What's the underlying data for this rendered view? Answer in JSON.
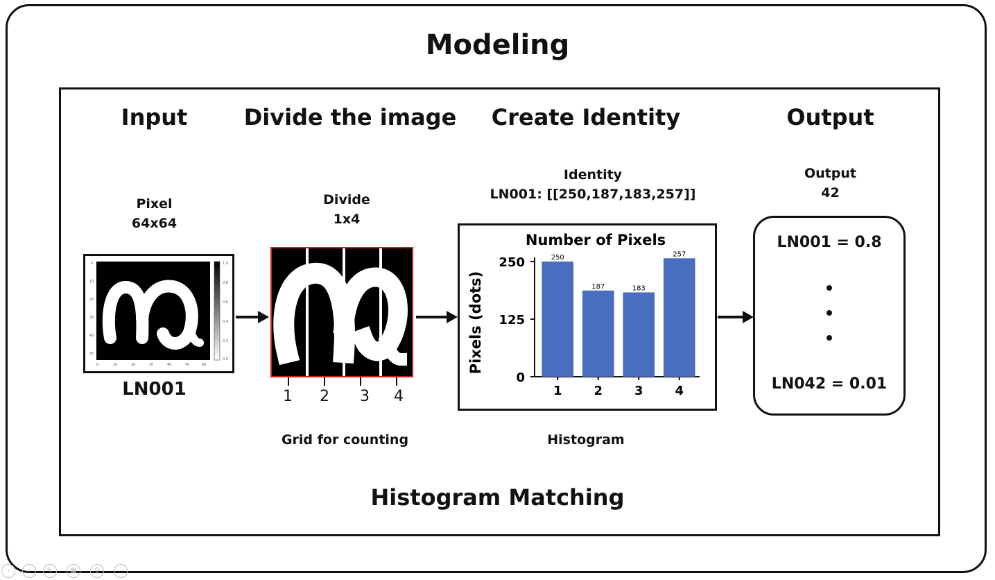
{
  "title": "Modeling",
  "footer": "Histogram Matching",
  "stages": {
    "input": "Input",
    "divide": "Divide the image",
    "identity": "Create Identity",
    "output": "Output"
  },
  "input": {
    "caption_line1": "Pixel",
    "caption_line2": "64x64",
    "label": "LN001"
  },
  "divide": {
    "caption_line1": "Divide",
    "caption_line2": "1x4",
    "grid_numbers": [
      "1",
      "2",
      "3",
      "4"
    ],
    "bottom_caption": "Grid for counting"
  },
  "identity": {
    "caption_line1": "Identity",
    "caption_line2": "LN001: [[250,187,183,257]]",
    "bottom_caption": "Histogram"
  },
  "output": {
    "caption_line1": "Output",
    "caption_line2": "42",
    "first": "LN001 = 0.8",
    "last": "LN042 = 0.01"
  },
  "chart_data": {
    "type": "bar",
    "title": "Number of Pixels",
    "ylabel": "Pixels (dots)",
    "xlabel": "",
    "categories": [
      "1",
      "2",
      "3",
      "4"
    ],
    "values": [
      250,
      187,
      183,
      257
    ],
    "data_labels": [
      "250",
      "187",
      "183",
      "257"
    ],
    "yticks": [
      "0",
      "125",
      "250"
    ],
    "ylim": [
      0,
      280
    ],
    "bar_color": "#4a6ebf"
  }
}
